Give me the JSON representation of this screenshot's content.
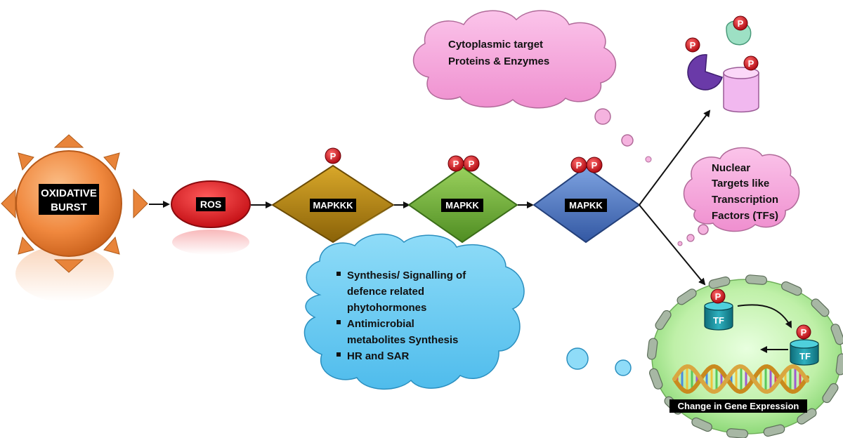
{
  "burst": {
    "line1": "OXIDATIVE",
    "line2": "BURST"
  },
  "ros": {
    "label": "ROS"
  },
  "kinases": [
    {
      "label": "MAPKKK",
      "phospho": "P"
    },
    {
      "label": "MAPKK",
      "phospho": "P"
    },
    {
      "label": "MAPKK",
      "phospho": "P"
    }
  ],
  "cytoplasmic_cloud": {
    "line1": "Cytoplasmic target",
    "line2": "Proteins & Enzymes"
  },
  "nuclear_cloud": {
    "lines": [
      "Nuclear",
      "Targets like",
      "Transcription",
      "Factors (TFs)"
    ]
  },
  "defence_cloud": {
    "bullets": [
      {
        "lines": [
          "Synthesis/ Signalling of",
          "defence related",
          "phytohormones"
        ]
      },
      {
        "lines": [
          "Antimicrobial",
          "metabolites Synthesis"
        ]
      },
      {
        "lines": [
          "HR and SAR"
        ]
      }
    ]
  },
  "nucleus": {
    "tf_label": "TF",
    "caption": "Change in Gene Expression",
    "phospho": "P"
  },
  "colors": {
    "burst": "#f0883e",
    "ros": "#e8141a",
    "mapkkk": "#b8860b",
    "mapkk1": "#6fae3a",
    "mapkk2": "#4f7ac4",
    "pink_cloud": "#f5a3d8",
    "blue_cloud": "#6fcdf3",
    "nucleus": "#c9f5b8",
    "phospho": "#d3121b"
  }
}
